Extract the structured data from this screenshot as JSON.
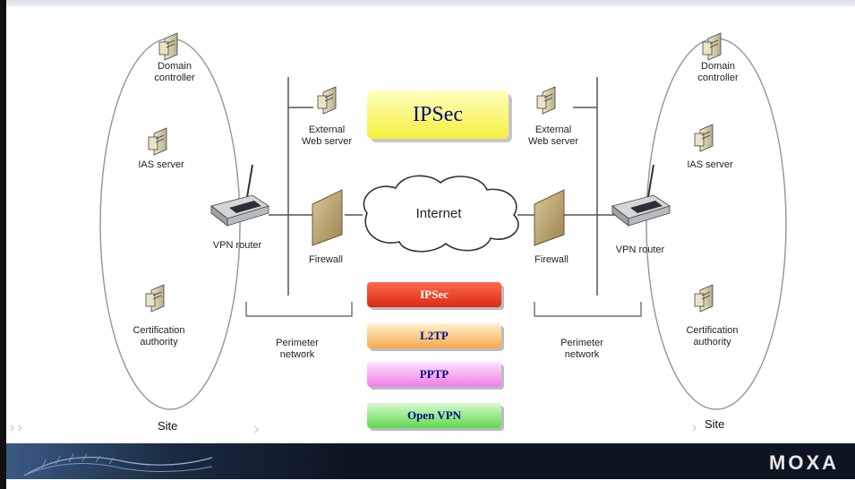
{
  "diagram": {
    "left_site": {
      "site_label": "Site",
      "domain_controller": "Domain\ncontroller",
      "ias_server": "IAS server",
      "vpn_router": "VPN router",
      "certification_authority": "Certification\nauthority"
    },
    "right_site": {
      "site_label": "Site",
      "domain_controller": "Domain\ncontroller",
      "ias_server": "IAS server",
      "vpn_router": "VPN router",
      "certification_authority": "Certification\nauthority"
    },
    "left_perimeter": {
      "web_server": "External\nWeb server",
      "firewall": "Firewall",
      "network": "Perimeter\nnetwork"
    },
    "right_perimeter": {
      "web_server": "External\nWeb server",
      "firewall": "Firewall",
      "network": "Perimeter\nnetwork"
    },
    "internet": "Internet",
    "main_protocol": "IPSec",
    "protocols": [
      "IPSec",
      "L2TP",
      "PPTP",
      "Open VPN"
    ]
  },
  "footer": {
    "brand": "MOXA"
  },
  "colors": {
    "ipsec_big": "#f6ef3d",
    "ipsec": "#e2321c",
    "l2tp": "#f7a74a",
    "pptp": "#ef7ce8",
    "openvpn": "#5fd84e",
    "protocol_text": "#000c85"
  }
}
